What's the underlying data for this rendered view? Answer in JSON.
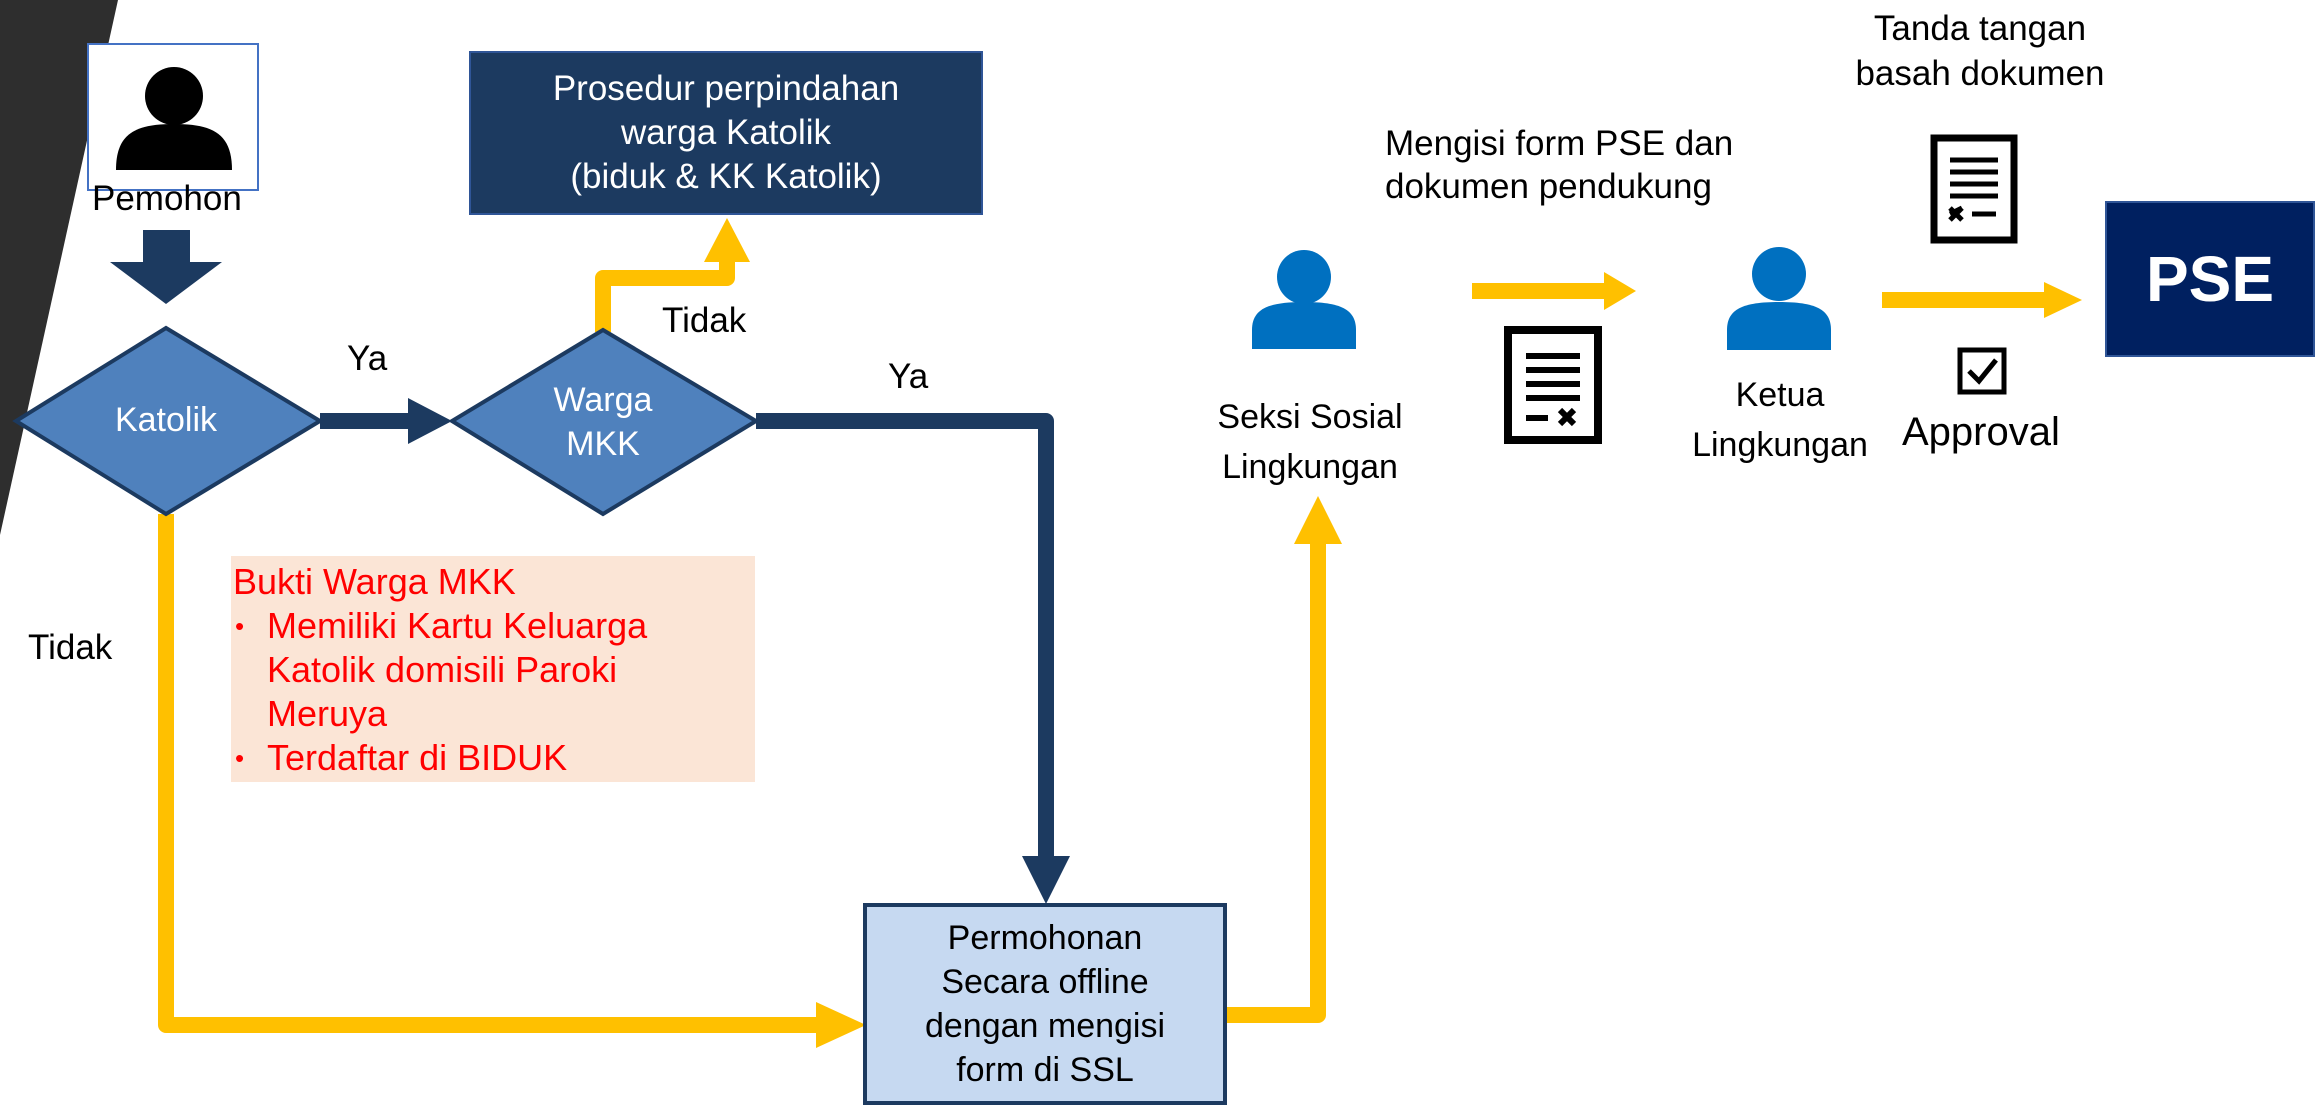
{
  "diagram": {
    "applicant": {
      "label": "Pemohon"
    },
    "decision_catholic": {
      "label": "Katolik"
    },
    "decision_mkk": {
      "label": "Warga\nMKK"
    },
    "transfer_box": {
      "text": "Prosedur perpindahan\nwarga Katolik\n(biduk & KK Katolik)"
    },
    "request_box": {
      "text": "Permohonan\nSecara offline\ndengan mengisi\nform di SSL"
    },
    "edge_labels": {
      "catholic_yes": "Ya",
      "catholic_no": "Tidak",
      "mkk_no": "Tidak",
      "mkk_yes": "Ya"
    },
    "proof_note": {
      "title": "Bukti Warga MKK",
      "items": [
        "Memiliki Kartu Keluarga\nKatolik domisili Paroki\nMeruya",
        "Terdaftar di BIDUK"
      ]
    },
    "ssl": {
      "label": "Seksi Sosial\nLingkungan"
    },
    "fill_form": {
      "label": "Mengisi form PSE dan\ndokumen pendukung"
    },
    "leader": {
      "label": "Ketua\nLingkungan"
    },
    "signature": {
      "label": "Tanda tangan\nbasah dokumen"
    },
    "approval": {
      "label": "Approval"
    },
    "pse": {
      "label": "PSE"
    },
    "colors": {
      "navy": "#1c3a60",
      "diamond_blue": "#4f81bd",
      "yellow": "#ffc000",
      "person_blue": "#0070c0",
      "pse_navy": "#002060",
      "request_fill": "#c6d9f1",
      "note_fill": "#fbe5d6",
      "note_text": "#ff0000"
    },
    "icons": [
      "person-icon",
      "document-icon",
      "checkbox-icon"
    ]
  }
}
